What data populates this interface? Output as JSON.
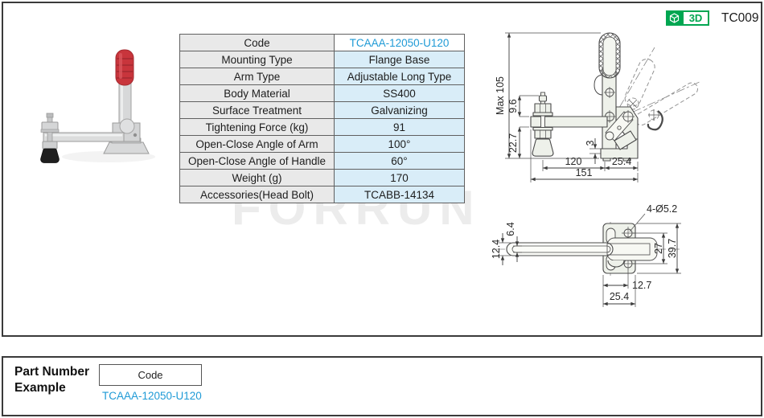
{
  "header": {
    "part_ref": "TC009",
    "badge_3d_label": "3D"
  },
  "watermark": "FORRUN",
  "spec_table": {
    "rows": [
      {
        "label": "Code",
        "value": "TCAAA-12050-U120"
      },
      {
        "label": "Mounting Type",
        "value": "Flange Base"
      },
      {
        "label": "Arm Type",
        "value": "Adjustable Long Type"
      },
      {
        "label": "Body Material",
        "value": "SS400"
      },
      {
        "label": "Surface Treatment",
        "value": "Galvanizing"
      },
      {
        "label": "Tightening Force (kg)",
        "value": "91"
      },
      {
        "label": "Open-Close Angle of Arm",
        "value": "100°"
      },
      {
        "label": "Open-Close  Angle of Handle",
        "value": "60°"
      },
      {
        "label": "Weight (g)",
        "value": "170"
      },
      {
        "label": "Accessories(Head Bolt)",
        "value": "TCABB-14134"
      }
    ]
  },
  "drawings": {
    "side_view": {
      "max_height": "Max 105",
      "spindle_top": "9.6",
      "spindle_bottom": "22.7",
      "base_lip": "3",
      "arm_length": "120",
      "base_width": "25.4",
      "overall_length": "151"
    },
    "top_view": {
      "mount_holes": "4-Ø5.2",
      "slot_width": "6.4",
      "arm_width": "12.4",
      "hole_spacing": "27",
      "plate_height": "39.7",
      "hole_offset": "12.7",
      "plate_width": "25.4"
    }
  },
  "part_number_example": {
    "title_line1": "Part Number",
    "title_line2": "Example",
    "code_label": "Code",
    "code_value": "TCAAA-12050-U120"
  },
  "colors": {
    "accent_blue": "#1e9ad6",
    "brand_green": "#00a651",
    "table_label_bg": "#e9e9e9",
    "table_value_bg": "#d9edf8",
    "frame_border": "#3a3a3a"
  }
}
